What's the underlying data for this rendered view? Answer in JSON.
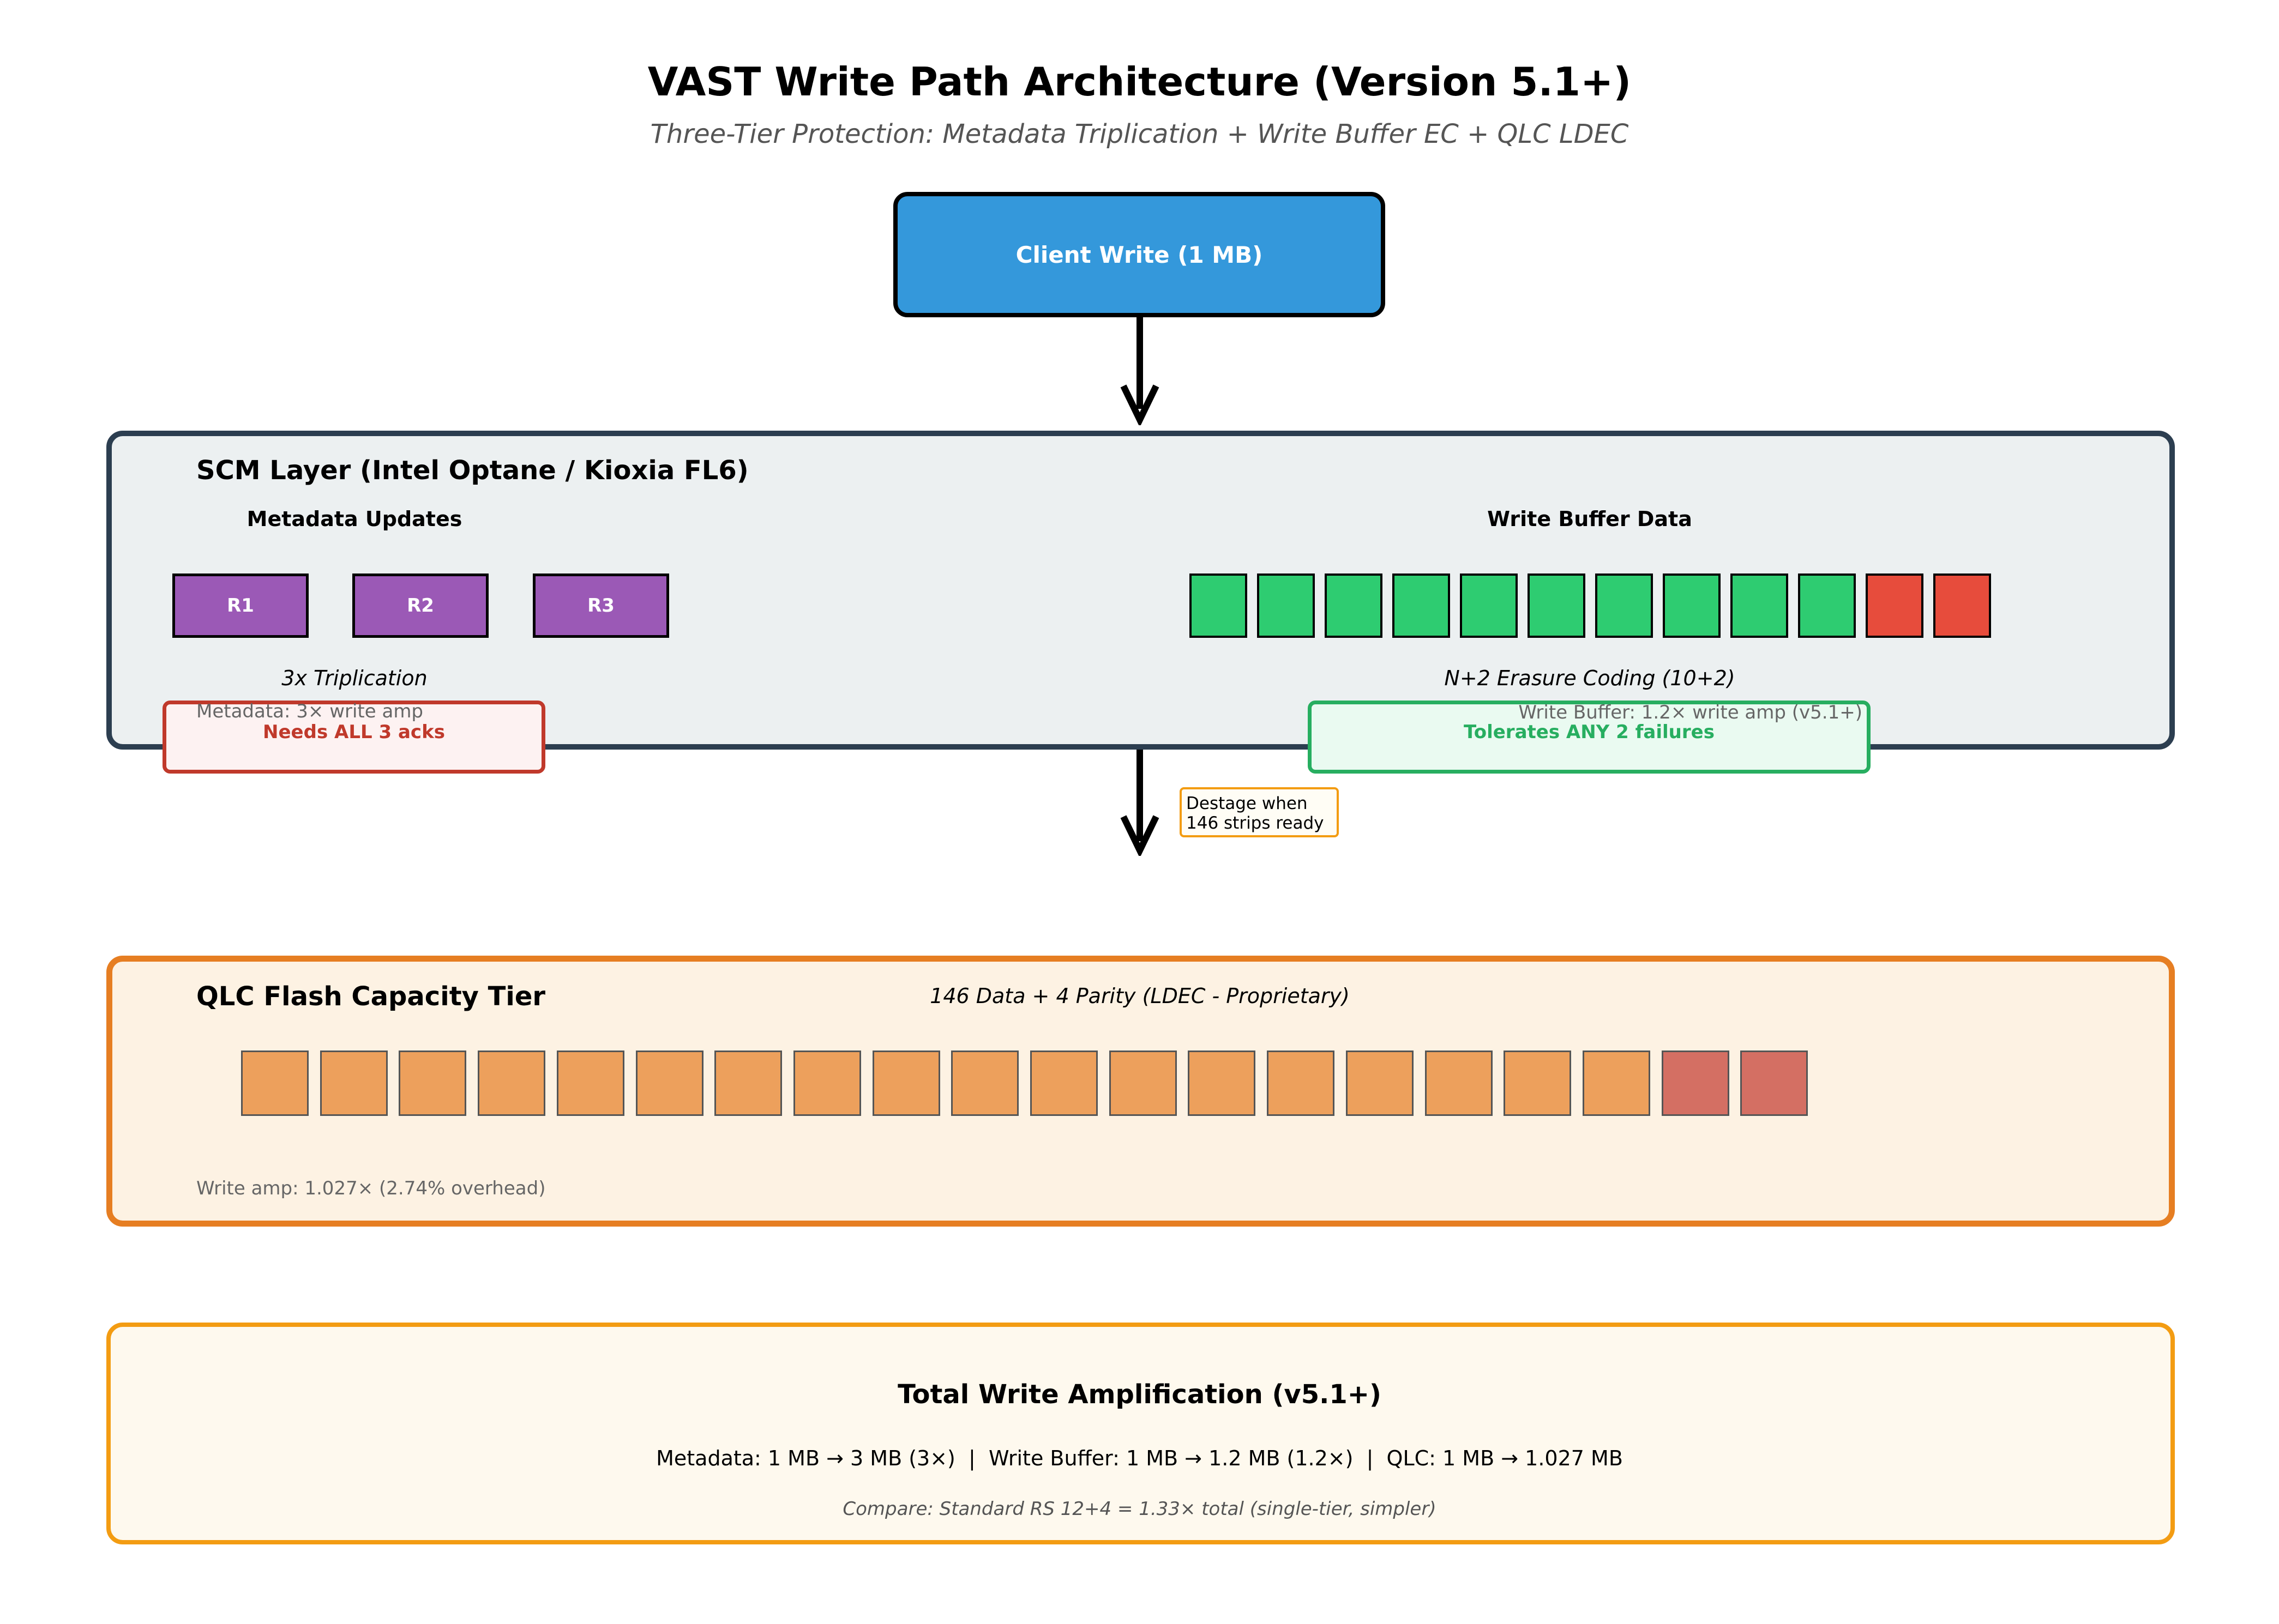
{
  "title": "VAST Write Path Architecture (Version 5.1+)",
  "subtitle": "Three-Tier Protection: Metadata Triplication + Write Buffer EC + QLC LDEC",
  "client": {
    "label": "Client Write (1 MB)",
    "color": "#3498db"
  },
  "scm": {
    "title": "SCM Layer (Intel Optane / Kioxia FL6)",
    "metadata": {
      "heading": "Metadata Updates",
      "replicas": [
        "R1",
        "R2",
        "R3"
      ],
      "scheme": "3x Triplication",
      "amp": "Metadata: 3× write amp",
      "warning": "Needs ALL 3 acks",
      "replica_color": "#9b59b6"
    },
    "write_buffer": {
      "heading": "Write Buffer Data",
      "data_strips": 10,
      "parity_strips": 2,
      "scheme": "N+2 Erasure Coding (10+2)",
      "amp": "Write Buffer: 1.2× write amp (v5.1+)",
      "note": "Tolerates ANY 2 failures",
      "data_color": "#2ecc71",
      "parity_color": "#e74c3c"
    }
  },
  "destage": {
    "line1": "Destage when",
    "line2": "146 strips ready"
  },
  "qlc": {
    "title": "QLC Flash Capacity Tier",
    "scheme": "146 Data + 4 Parity (LDEC - Proprietary)",
    "shown_data_strips": 18,
    "shown_parity_strips": 2,
    "amp": "Write amp: 1.027× (2.74% overhead)",
    "data_color": "#eda05c",
    "parity_color": "#d46f63"
  },
  "total": {
    "title": "Total Write Amplification (v5.1+)",
    "breakdown": "Metadata: 1 MB → 3 MB (3×)  |  Write Buffer: 1 MB → 1.2 MB (1.2×)  |  QLC: 1 MB → 1.027 MB",
    "compare": "Compare: Standard RS 12+4 = 1.33× total (single-tier, simpler)"
  }
}
